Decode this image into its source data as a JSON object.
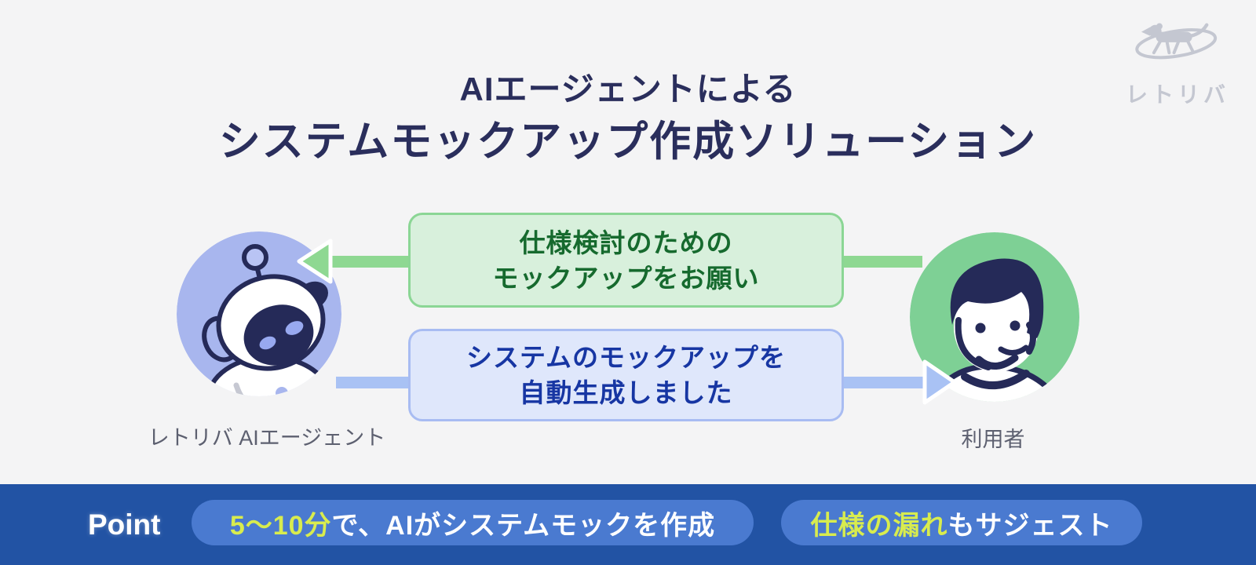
{
  "logo": {
    "brand": "レトリバ",
    "icon": "retriever-dog-logo"
  },
  "title": {
    "line1": "AIエージェントによる",
    "line2": "システムモックアップ作成ソリューション"
  },
  "diagram": {
    "agent": {
      "label": "レトリバ AIエージェント",
      "icon": "robot-avatar",
      "circle_color": "#a8b6ee"
    },
    "user": {
      "label": "利用者",
      "icon": "person-avatar",
      "circle_color": "#7ed095"
    },
    "messages": [
      {
        "from": "user",
        "to": "agent",
        "direction": "left",
        "line1": "仕様検討のための",
        "line2": "モックアップをお願い",
        "box_bg": "#d8f0dc",
        "box_border": "#8bd695",
        "text_color": "#166a2e",
        "arrow_color": "#8ed892"
      },
      {
        "from": "agent",
        "to": "user",
        "direction": "right",
        "line1": "システムのモックアップを",
        "line2": "自動生成しました",
        "box_bg": "#dfe7fb",
        "box_border": "#a8bcf2",
        "text_color": "#1736a3",
        "arrow_color": "#a9c2f4"
      }
    ]
  },
  "footer": {
    "label": "Point",
    "bar_color": "#2253a4",
    "pill_color": "#4a7ad0",
    "highlight_color": "#d8ec4e",
    "points": [
      {
        "highlight": "5〜10分",
        "rest": "で、AIがシステムモックを作成"
      },
      {
        "highlight": "仕様の漏れ",
        "rest": "もサジェスト"
      }
    ]
  },
  "colors": {
    "background": "#f4f4f5",
    "title_text": "#2a2e5c",
    "character_navy": "#252a58",
    "label_gray": "#5d6070",
    "logo_gray": "#c4c7d1"
  }
}
